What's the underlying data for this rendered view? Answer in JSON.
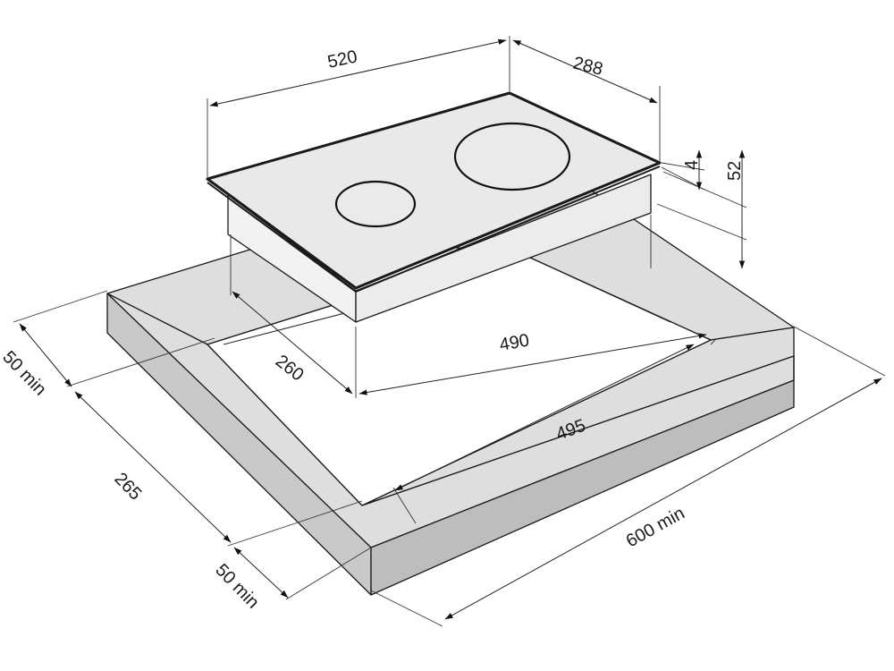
{
  "dimensions": {
    "hob_width": "520",
    "hob_depth": "288",
    "glass_thickness": "4",
    "hob_height": "52",
    "cutout_width": "490",
    "cutout_depth": "260",
    "cabinet_inner_width": "495",
    "worktop_depth": "265",
    "worktop_width": "600 min",
    "back_clearance": "50 min",
    "front_clearance": "50 min"
  },
  "colors": {
    "glass_top": "#e9e9e9",
    "glass_border": "#1a1a1a",
    "hob_body": "#f2f2f2",
    "worktop_top": "#dedede",
    "worktop_front": "#c9c9c9",
    "worktop_side": "#bdbdbd",
    "line": "#222222"
  }
}
